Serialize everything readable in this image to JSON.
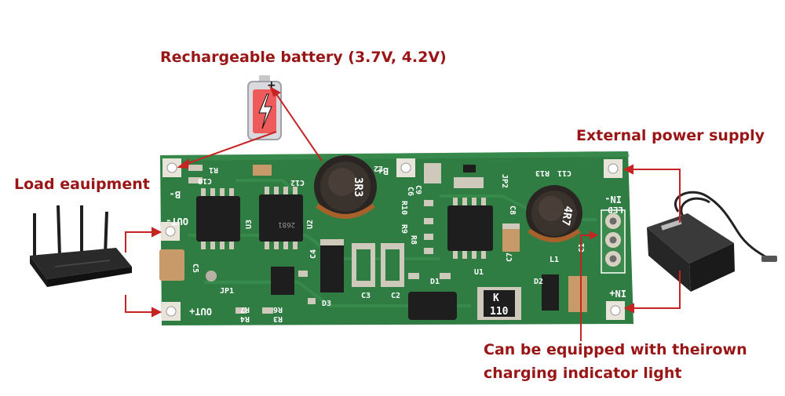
{
  "colors": {
    "annotation": "#9a1616",
    "pcb": "#2f7d43",
    "silkscreen": "#ffffff",
    "chip": "#1e1e1e",
    "pad": "#d9d2c3"
  },
  "labels": {
    "battery": "Rechargeable battery (3.7V, 4.2V)",
    "load": "Load eauipment",
    "power": "External power supply",
    "indicator_line1": "Can be equipped with theirown",
    "indicator_line2": "charging indicator light"
  },
  "silkscreen": {
    "b_minus": "B-",
    "b_plus": "B+",
    "out_minus": "OUT-",
    "out_plus": "OUT+",
    "in_minus": "IN-",
    "in_plus": "IN+",
    "led": "LED",
    "inductor1": "3R3",
    "inductor2": "4R7",
    "diode_mark": "K",
    "diode_code": "110",
    "chip_code": "2681",
    "ref_u1": "U1",
    "ref_u2": "U2",
    "ref_u3": "U3",
    "ref_l1": "L1",
    "ref_l2": "L2",
    "ref_d1": "D1",
    "ref_d2": "D2",
    "ref_d3": "D3",
    "ref_c1": "C1",
    "ref_c2": "C2",
    "ref_c3": "C3",
    "ref_c4": "C4",
    "ref_c5": "C5",
    "ref_c6": "C6",
    "ref_c7": "C7",
    "ref_c8": "C8",
    "ref_c9": "C9",
    "ref_c10": "C10",
    "ref_c11": "C11",
    "ref_c12": "C12",
    "ref_r1": "R1",
    "ref_r3": "R3",
    "ref_r4": "R4",
    "ref_r6": "R6",
    "ref_r7": "R7",
    "ref_r8": "R8",
    "ref_r9": "R9",
    "ref_r10": "R10",
    "ref_r13": "R13",
    "ref_jp1": "JP1",
    "ref_jp2": "JP2"
  },
  "icons": {
    "battery": "battery-charging-icon",
    "router": "wifi-router-icon",
    "adapter": "power-adapter-icon",
    "inductor": "inductor-icon",
    "chip": "ic-chip-icon"
  }
}
